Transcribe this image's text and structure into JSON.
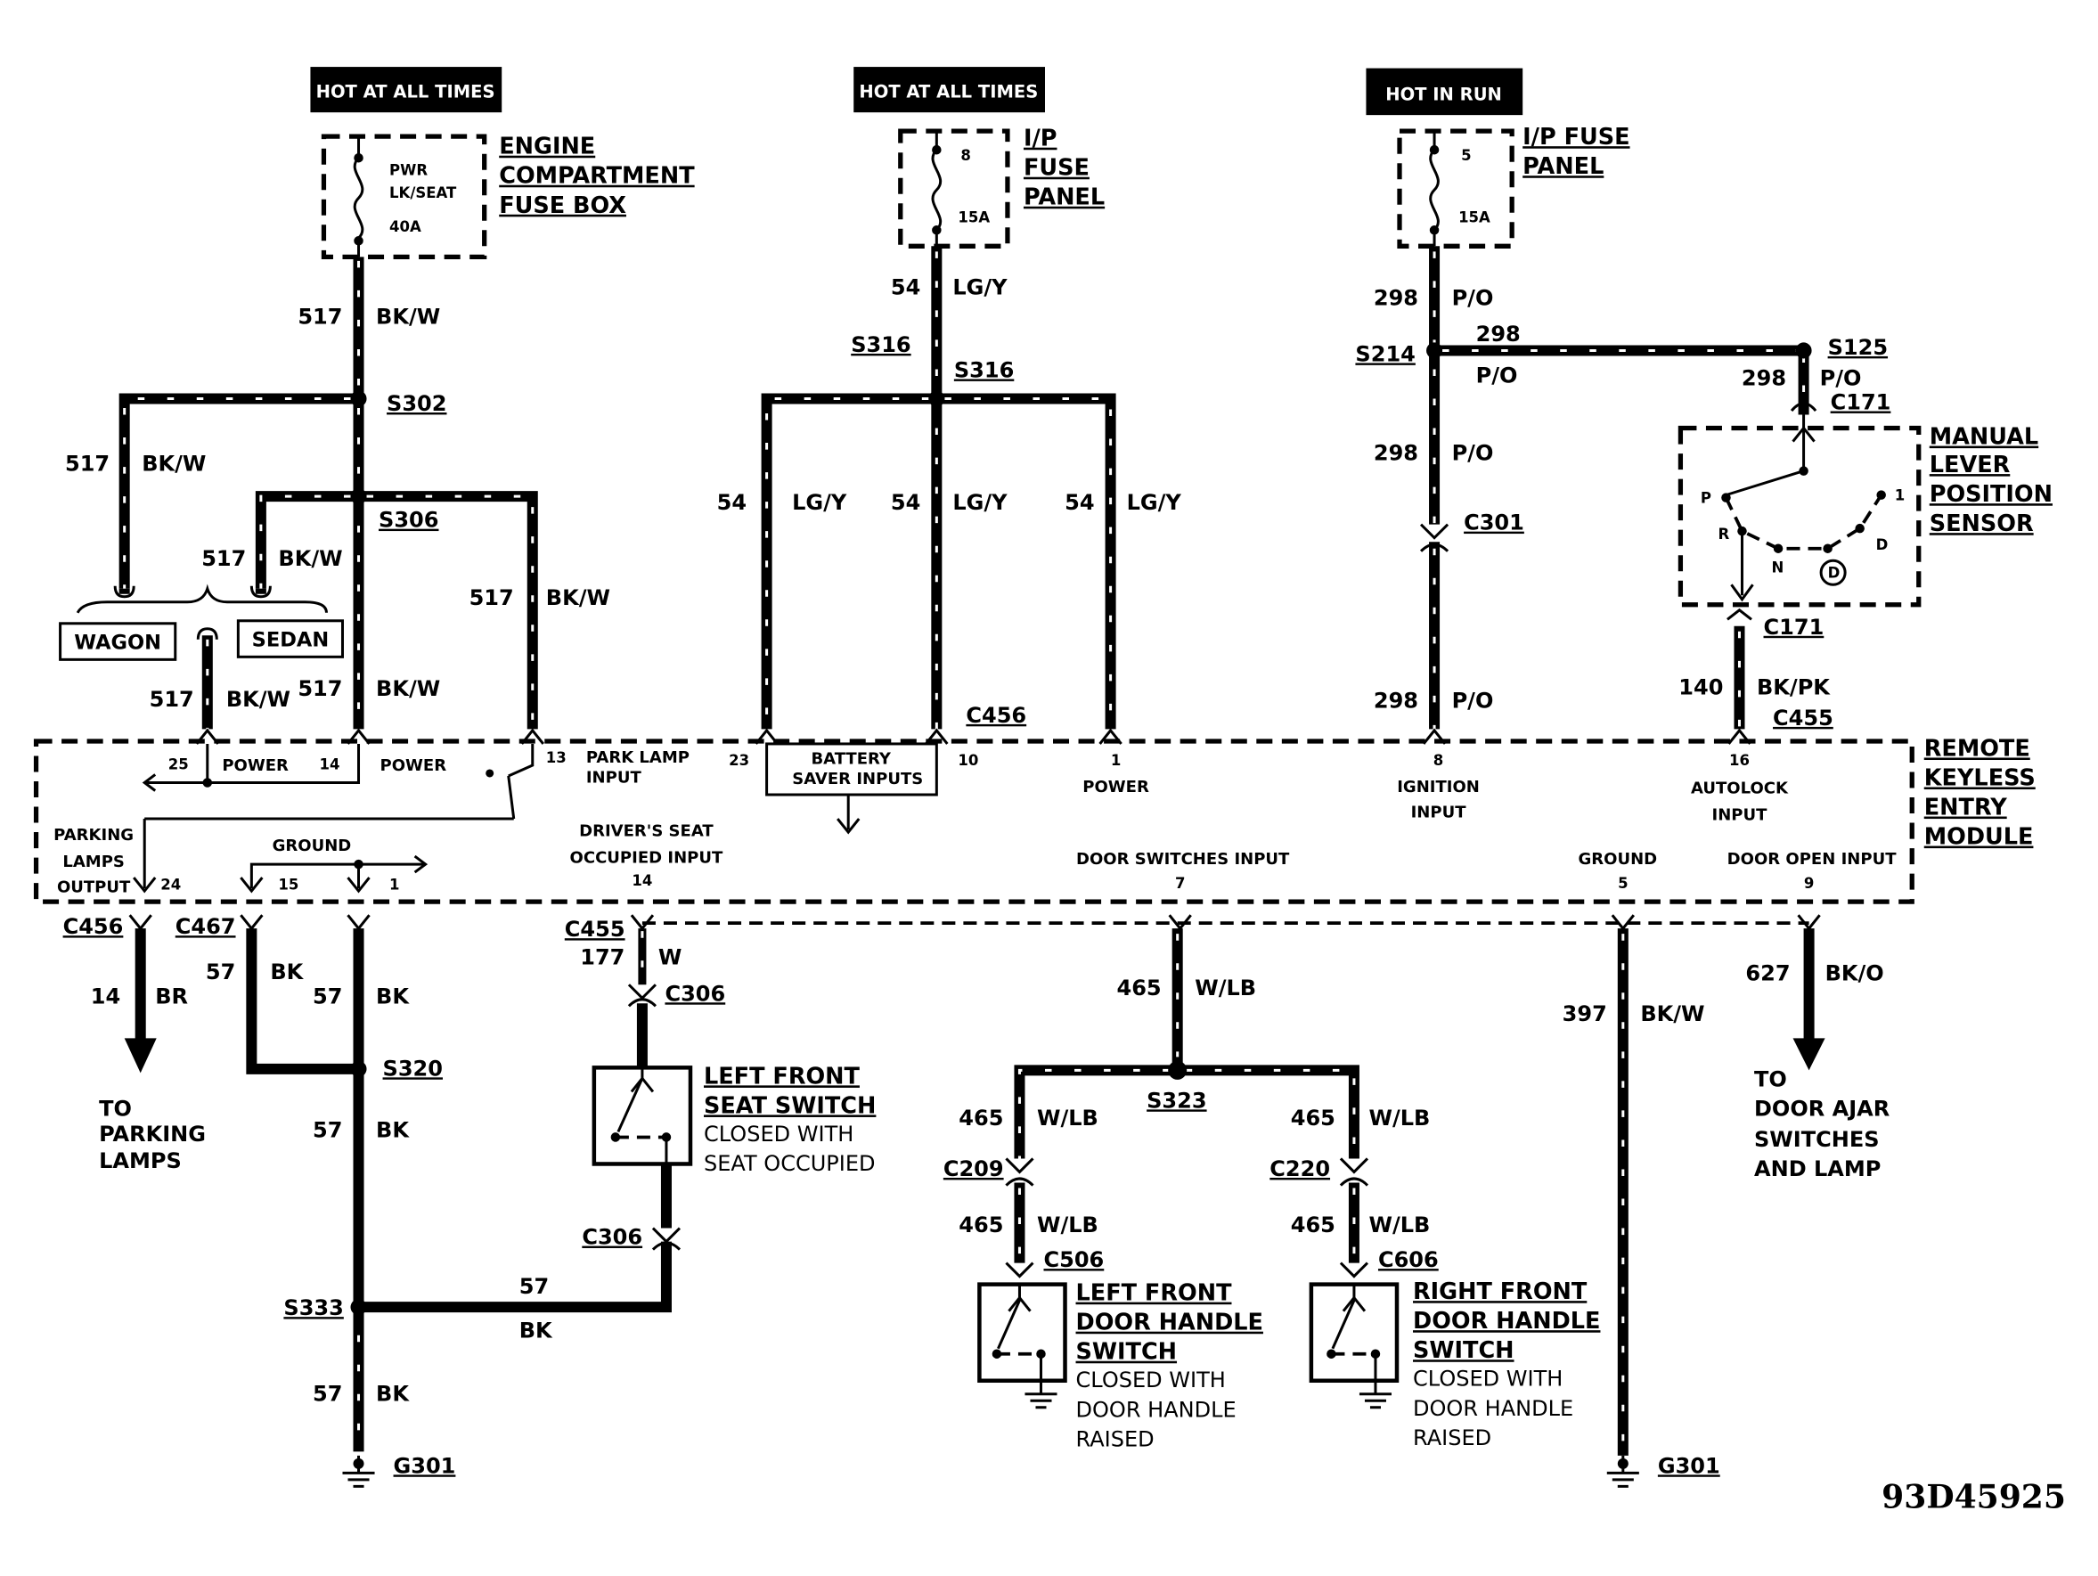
{
  "badges": {
    "hot_at_all_times_1": "HOT AT ALL TIMES",
    "hot_at_all_times_2": "HOT AT ALL TIMES",
    "hot_in_run": "HOT IN RUN"
  },
  "fuses": {
    "engine_box": {
      "line1": "ENGINE",
      "line2": "COMPARTMENT",
      "line3": "FUSE BOX",
      "fuse_l1": "PWR",
      "fuse_l2": "LK/SEAT",
      "fuse_l3": "40A"
    },
    "ip_fuse_8": {
      "line1": "I/P",
      "line2": "FUSE",
      "line3": "PANEL",
      "num": "8",
      "amp": "15A"
    },
    "ip_fuse_5": {
      "line1": "I/P FUSE",
      "line2": "PANEL",
      "num": "5",
      "amp": "15A"
    }
  },
  "wires": {
    "w517_bkw": {
      "num": "517",
      "color": "BK/W"
    },
    "w54_lgy": {
      "num": "54",
      "color": "LG/Y"
    },
    "w298_po": {
      "num": "298",
      "color": "P/O"
    },
    "w140_bkpk": {
      "num": "140",
      "color": "BK/PK"
    },
    "w14_br": {
      "num": "14",
      "color": "BR"
    },
    "w57_bk": {
      "num": "57",
      "color": "BK"
    },
    "w177_w": {
      "num": "177",
      "color": "W"
    },
    "w465_wlb": {
      "num": "465",
      "color": "W/LB"
    },
    "w397_bkw": {
      "num": "397",
      "color": "BK/W"
    },
    "w627_bko": {
      "num": "627",
      "color": "BK/O"
    }
  },
  "splices": {
    "s302": "S302",
    "s306": "S306",
    "s316": "S316",
    "s214": "S214",
    "s125": "S125",
    "s320": "S320",
    "s333": "S333",
    "s323": "S323"
  },
  "connectors": {
    "c171": "C171",
    "c301": "C301",
    "c456": "C456",
    "c455": "C455",
    "c467": "C467",
    "c306": "C306",
    "c209": "C209",
    "c220": "C220",
    "c506": "C506",
    "c606": "C606",
    "g301": "G301"
  },
  "variants": {
    "wagon": "WAGON",
    "sedan": "SEDAN"
  },
  "sensor": {
    "line1": "MANUAL",
    "line2": "LEVER",
    "line3": "POSITION",
    "line4": "SENSOR",
    "p": "P",
    "r": "R",
    "n": "N",
    "d_circle": "D",
    "d": "D",
    "one": "1"
  },
  "module": {
    "line1": "REMOTE",
    "line2": "KEYLESS",
    "line3": "ENTRY",
    "line4": "MODULE",
    "pins": {
      "p25": "25",
      "p14": "14",
      "p13": "13",
      "p23": "23",
      "p10": "10",
      "p1": "1",
      "p8": "8",
      "p16": "16",
      "p24": "24",
      "p15": "15",
      "p1b": "1",
      "p14b": "14",
      "p7": "7",
      "p5": "5",
      "p9": "9"
    },
    "labels": {
      "power1": "POWER",
      "power2": "POWER",
      "park_lamp_1": "PARK LAMP",
      "park_lamp_2": "INPUT",
      "battery_1": "BATTERY",
      "battery_2": "SAVER INPUTS",
      "power3": "POWER",
      "ignition_1": "IGNITION",
      "ignition_2": "INPUT",
      "autolock_1": "AUTOLOCK",
      "autolock_2": "INPUT",
      "parking_1": "PARKING",
      "parking_2": "LAMPS",
      "parking_3": "OUTPUT",
      "ground1": "GROUND",
      "drivers_1": "DRIVER'S SEAT",
      "drivers_2": "OCCUPIED INPUT",
      "door_sw": "DOOR SWITCHES INPUT",
      "ground2": "GROUND",
      "door_open": "DOOR OPEN INPUT"
    }
  },
  "destinations": {
    "parking_1": "TO",
    "parking_2": "PARKING",
    "parking_3": "LAMPS",
    "ajar_1": "TO",
    "ajar_2": "DOOR AJAR",
    "ajar_3": "SWITCHES",
    "ajar_4": "AND LAMP"
  },
  "switches": {
    "seat": {
      "line1": "LEFT FRONT",
      "line2": "SEAT SWITCH",
      "note1": "CLOSED WITH",
      "note2": "SEAT OCCUPIED"
    },
    "left_door": {
      "line1": "LEFT FRONT",
      "line2": "DOOR HANDLE",
      "line3": "SWITCH",
      "note1": "CLOSED WITH",
      "note2": "DOOR HANDLE",
      "note3": "RAISED"
    },
    "right_door": {
      "line1": "RIGHT FRONT",
      "line2": "DOOR HANDLE",
      "line3": "SWITCH",
      "note1": "CLOSED WITH",
      "note2": "DOOR HANDLE",
      "note3": "RAISED"
    }
  },
  "figure_id": "93D45925"
}
